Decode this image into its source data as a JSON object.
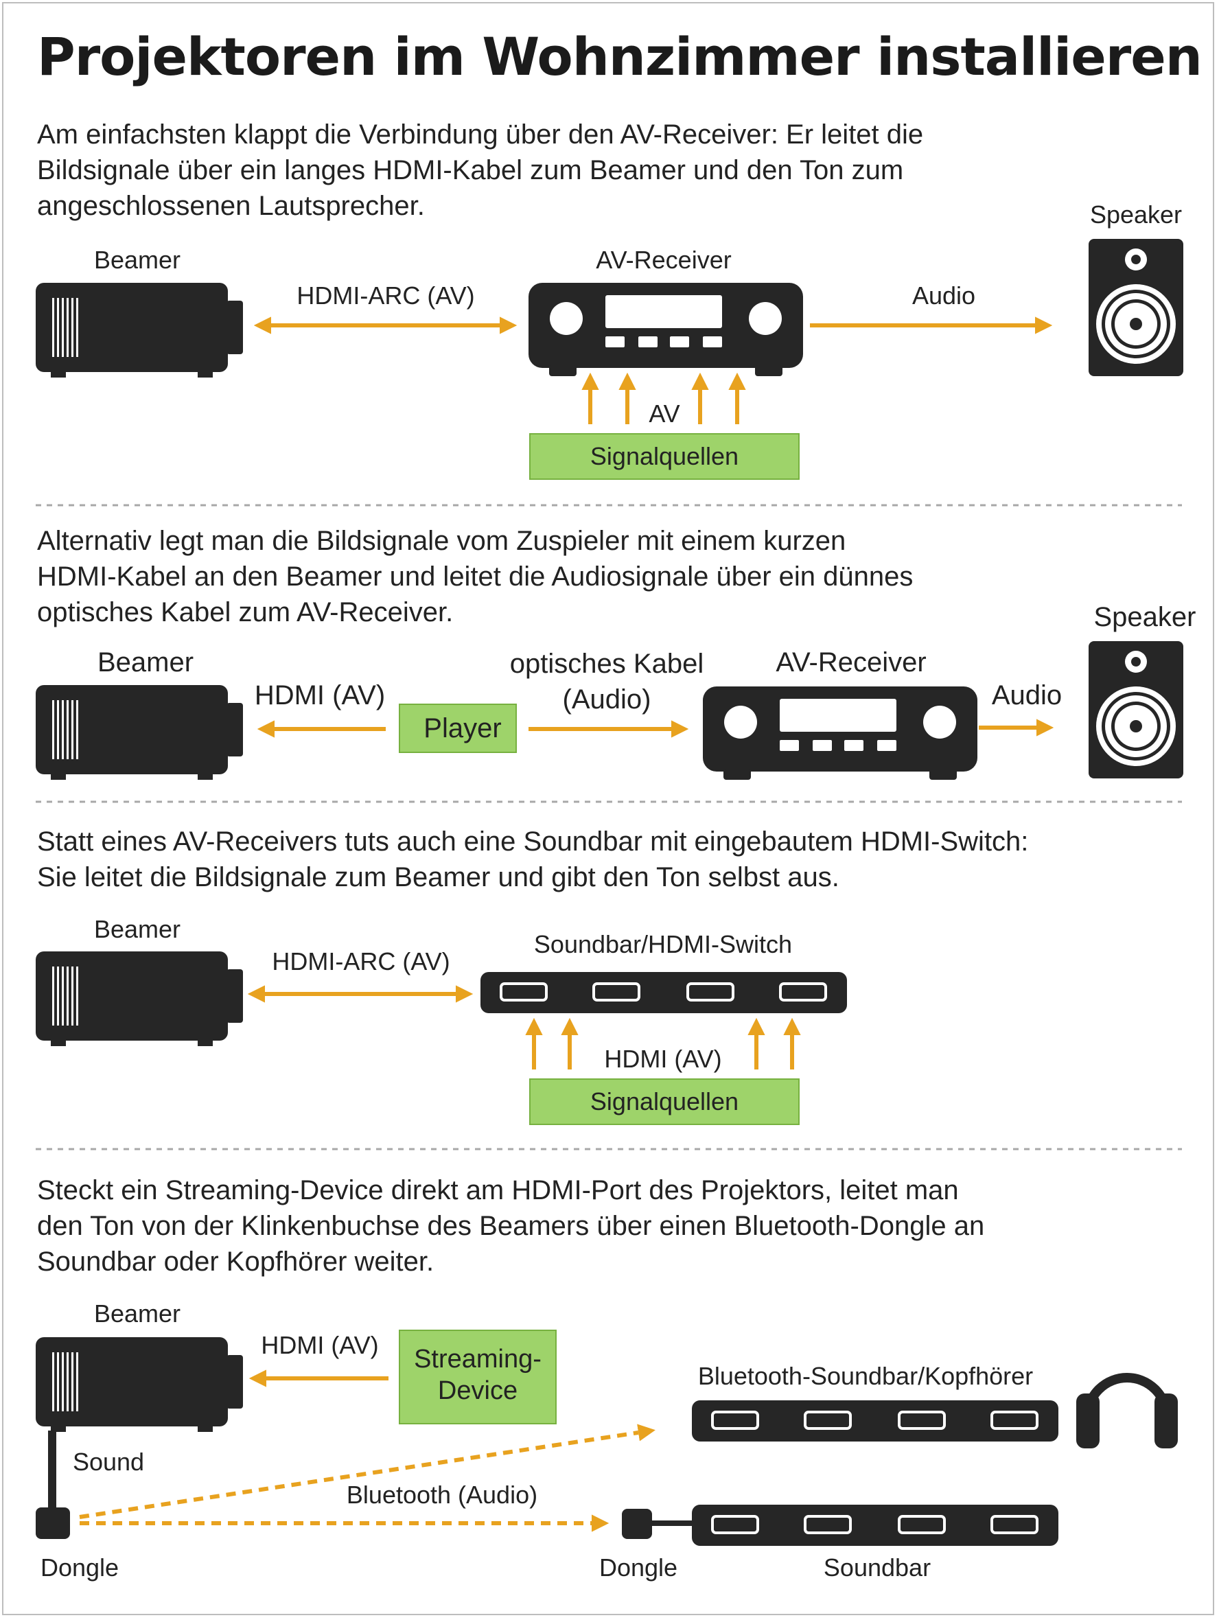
{
  "title": "Projektoren im Wohnzimmer installieren",
  "colors": {
    "device": "#262626",
    "arrow": "#e8a21f",
    "box_fill": "#9ed36a",
    "box_stroke": "#77b140",
    "divider": "#a8a8a8",
    "frame": "#bdbdbd"
  },
  "icons": [
    "projector-icon",
    "av-receiver-icon",
    "speaker-icon",
    "soundbar-icon",
    "headphones-icon",
    "dongle-icon"
  ],
  "sections": [
    {
      "text": "Am einfachsten klappt die Verbindung über den AV-Receiver: Er leitet die\nBildsignale über ein langes HDMI-Kabel zum Beamer und den Ton zum\nangeschlossenen Lautsprecher.",
      "labels": {
        "beamer": "Beamer",
        "link_main": "HDMI-ARC (AV)",
        "receiver": "AV-Receiver",
        "link_audio": "Audio",
        "speaker": "Speaker",
        "inputs": "AV",
        "sources": "Signalquellen"
      }
    },
    {
      "text": "Alternativ legt man die Bildsignale vom Zuspieler mit einem kurzen\nHDMI-Kabel an den Beamer und leitet die Audiosignale über ein dünnes\noptisches Kabel zum AV-Receiver.",
      "labels": {
        "beamer": "Beamer",
        "link_hdmi": "HDMI (AV)",
        "player": "Player",
        "link_optical_1": "optisches Kabel",
        "link_optical_2": "(Audio)",
        "receiver": "AV-Receiver",
        "link_audio": "Audio",
        "speaker": "Speaker"
      }
    },
    {
      "text": "Statt eines AV-Receivers tuts auch eine Soundbar mit eingebautem HDMI-Switch:\nSie leitet die Bildsignale zum Beamer und gibt den Ton selbst aus.",
      "labels": {
        "beamer": "Beamer",
        "link_main": "HDMI-ARC (AV)",
        "soundbar": "Soundbar/HDMI-Switch",
        "inputs": "HDMI (AV)",
        "sources": "Signalquellen"
      }
    },
    {
      "text": "Steckt ein Streaming-Device direkt am HDMI-Port des Projektors, leitet man\nden Ton von der Klinkenbuchse des Beamers über einen Bluetooth-Dongle an\nSoundbar oder Kopfhörer weiter.",
      "labels": {
        "beamer": "Beamer",
        "link_hdmi": "HDMI (AV)",
        "streaming_1": "Streaming-",
        "streaming_2": "Device",
        "bt_soundbar": "Bluetooth-Soundbar/Kopfhörer",
        "sound": "Sound",
        "bluetooth": "Bluetooth (Audio)",
        "dongle_left": "Dongle",
        "dongle_right": "Dongle",
        "soundbar": "Soundbar"
      }
    }
  ]
}
